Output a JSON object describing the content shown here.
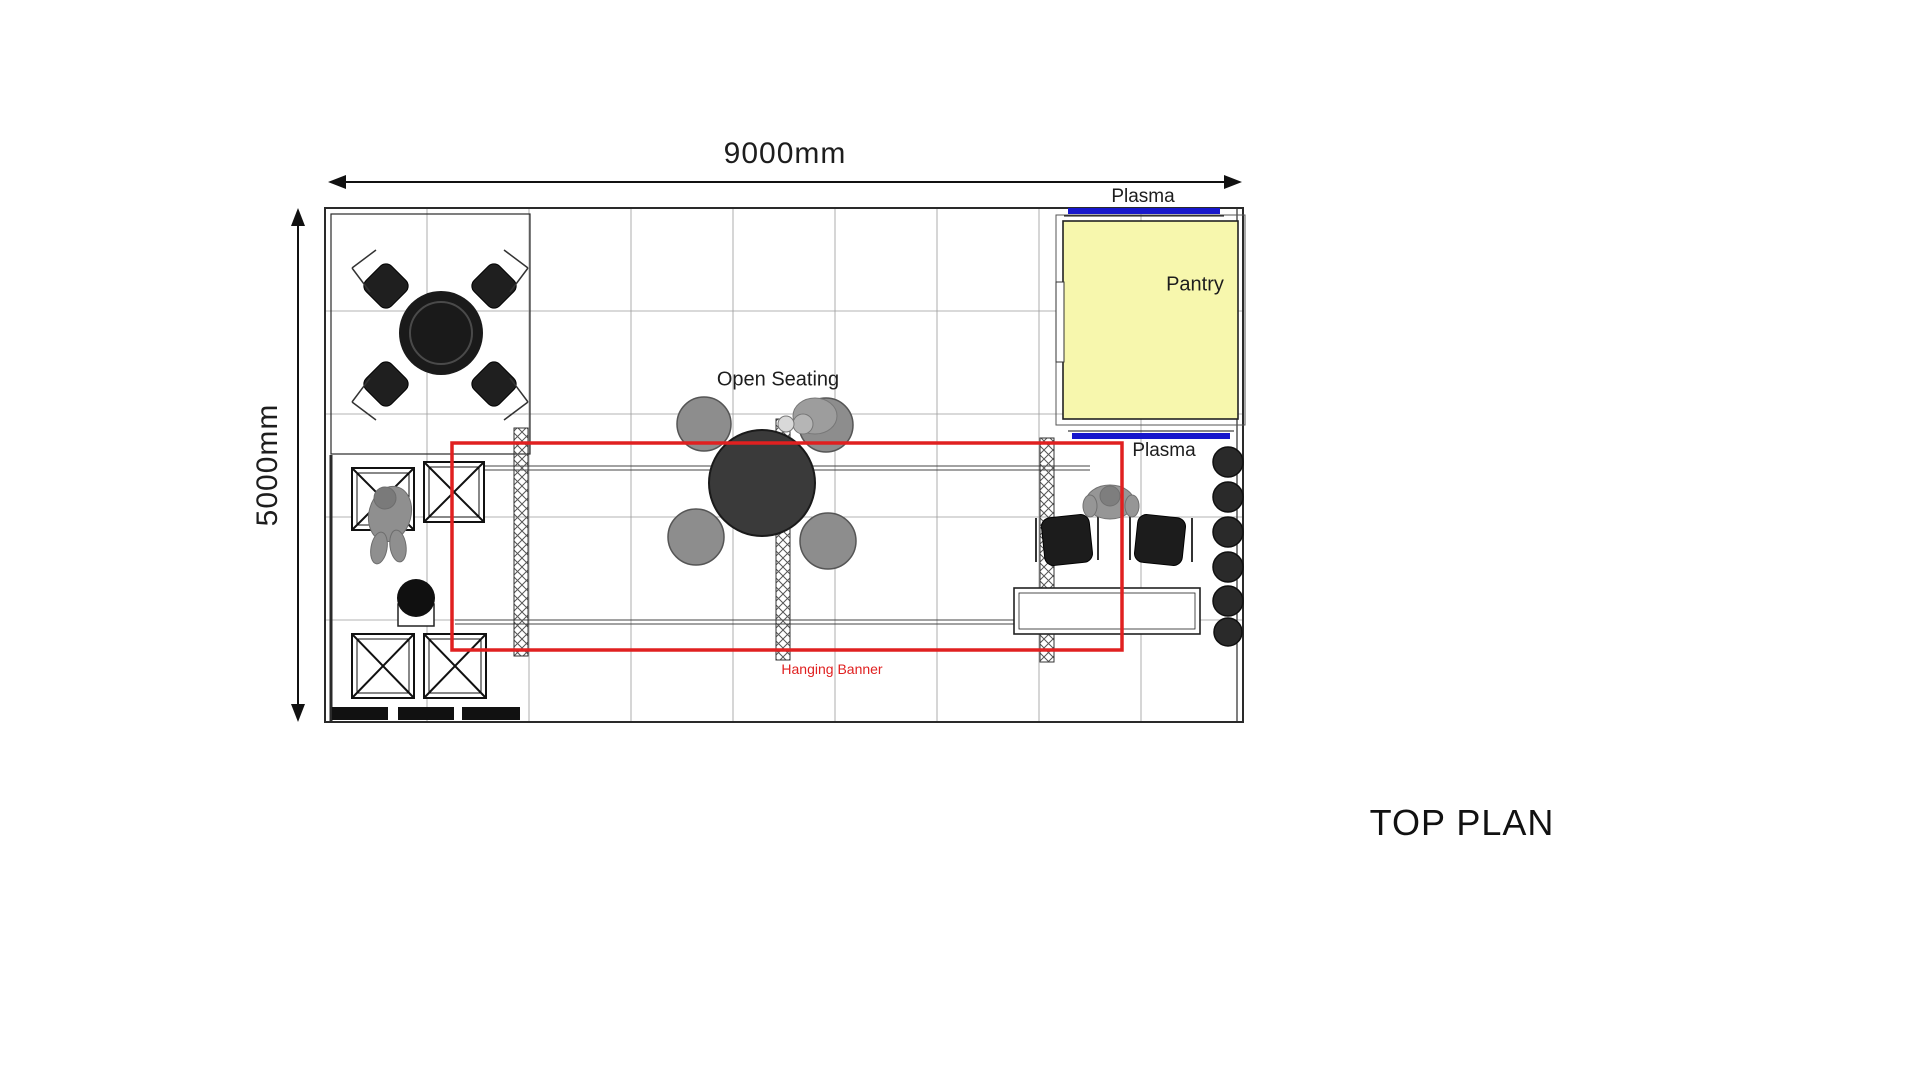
{
  "title": "TOP PLAN",
  "dimensions": {
    "width_label": "9000mm",
    "height_label": "5000mm"
  },
  "labels": {
    "plasma_top": "Plasma",
    "plasma_bottom": "Plasma",
    "pantry": "Pantry",
    "open_seating": "Open Seating",
    "hanging_banner": "Hanging Banner"
  },
  "colors": {
    "banner_red": "#e02020",
    "pantry_yellow": "#f7f7ad",
    "plasma_blue": "#1717cc",
    "ink": "#1a1a1a",
    "grid_gray": "#9a9a9a"
  }
}
